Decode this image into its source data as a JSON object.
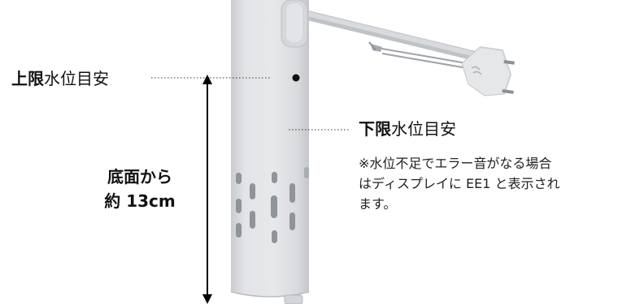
{
  "upper_limit": {
    "bold": "上限",
    "rest": "水位目安"
  },
  "lower_limit": {
    "bold": "下限",
    "rest": "水位目安"
  },
  "note_lines": [
    "※水位不足でエラー音がなる場合",
    "はディスプレイに EE1 と表示され",
    "ます。"
  ],
  "height_label": {
    "line1": "底面から",
    "line2": "約 13cm"
  },
  "colors": {
    "text": "#111111",
    "device_body": "#dfe0e3",
    "device_shadow": "#c9cbcf",
    "slot": "#8f949a",
    "cable": "#c8cbd0",
    "plug": "#e6e7e9",
    "prong": "#8c9096",
    "arrow": "#000000"
  },
  "icons": {
    "upper_marker": "dot-marker-icon",
    "measure": "double-arrow-icon",
    "plug": "power-plug-icon"
  }
}
